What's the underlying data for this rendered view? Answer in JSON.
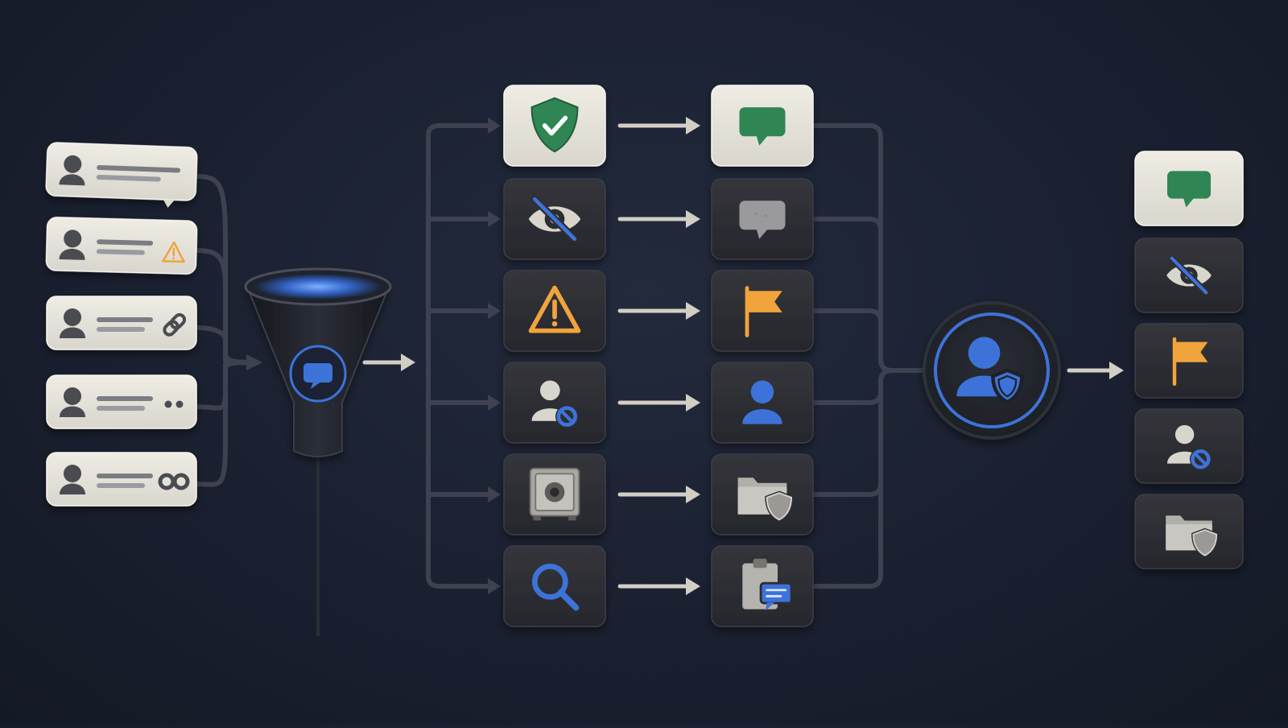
{
  "colors": {
    "background": "#1b2131",
    "tile_dark": "#2c2d33",
    "tile_light": "#e6e3da",
    "connector": "#3e4250",
    "arrow": "#d2cec4",
    "green": "#2f8553",
    "blue": "#3d73d8",
    "orange": "#f0a43b",
    "gray_icon": "#9a9a9c",
    "user_gray": "#4b4c52"
  },
  "messages": [
    {
      "badge": "none"
    },
    {
      "badge": "warning-icon"
    },
    {
      "badge": "link-icon"
    },
    {
      "badge": "dots-icon"
    },
    {
      "badge": "double-ring-icon"
    }
  ],
  "funnel": {
    "icon": "chat-bubble-icon"
  },
  "categories": [
    {
      "icon": "shield-check-icon",
      "style": "light"
    },
    {
      "icon": "eye-slash-icon",
      "style": "dark"
    },
    {
      "icon": "warning-icon",
      "style": "dark"
    },
    {
      "icon": "user-blocked-icon",
      "style": "dark"
    },
    {
      "icon": "safe-vault-icon",
      "style": "dark"
    },
    {
      "icon": "search-icon",
      "style": "dark"
    }
  ],
  "actions": [
    {
      "icon": "chat-bubble-green-icon",
      "style": "light"
    },
    {
      "icon": "chat-bubble-gray-icon",
      "style": "dark"
    },
    {
      "icon": "flag-icon",
      "style": "dark"
    },
    {
      "icon": "user-icon",
      "style": "dark"
    },
    {
      "icon": "folder-shield-icon",
      "style": "dark"
    },
    {
      "icon": "clipboard-chat-icon",
      "style": "dark"
    }
  ],
  "moderator": {
    "icon": "user-shield-icon"
  },
  "outcomes": [
    {
      "icon": "chat-bubble-green-icon",
      "style": "light"
    },
    {
      "icon": "eye-slash-icon",
      "style": "dark"
    },
    {
      "icon": "flag-icon",
      "style": "dark"
    },
    {
      "icon": "user-blocked-icon",
      "style": "dark"
    },
    {
      "icon": "folder-shield-icon",
      "style": "dark"
    }
  ]
}
